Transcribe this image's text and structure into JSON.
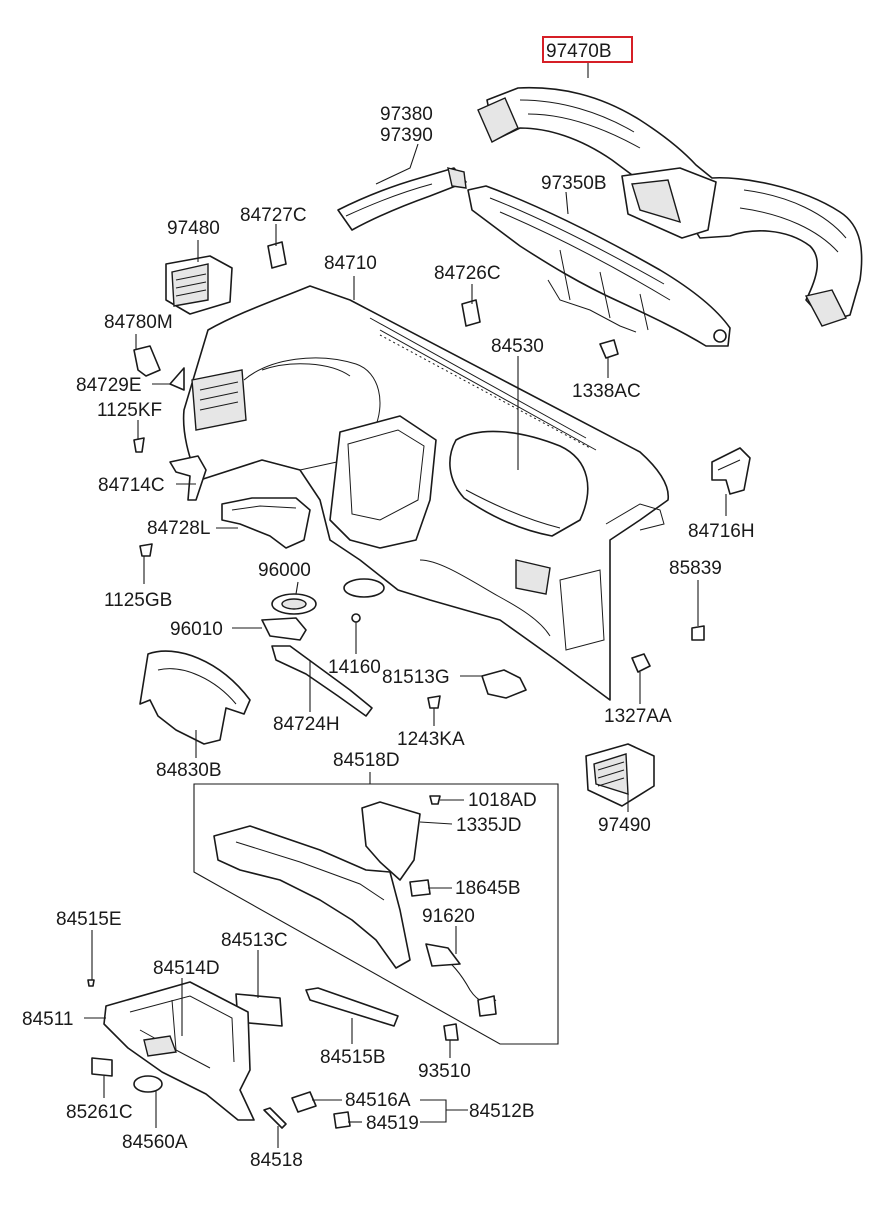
{
  "highlight_color": "#d61f26",
  "highlighted_part": "97470B",
  "labels": {
    "p97470B": "97470B",
    "p97380": "97380",
    "p97390": "97390",
    "p97350B": "97350B",
    "p97480": "97480",
    "p84727C": "84727C",
    "p84710": "84710",
    "p84726C": "84726C",
    "p84780M": "84780M",
    "p84729E": "84729E",
    "p1125KF": "1125KF",
    "p84530": "84530",
    "p1338AC": "1338AC",
    "p84714C": "84714C",
    "p84716H": "84716H",
    "p84728L": "84728L",
    "p96000": "96000",
    "p85839": "85839",
    "p1125GB": "1125GB",
    "p96010": "96010",
    "p14160": "14160",
    "p81513G": "81513G",
    "p1327AA": "1327AA",
    "p84724H": "84724H",
    "p1243KA": "1243KA",
    "p84830B": "84830B",
    "p84518D": "84518D",
    "p1018AD": "1018AD",
    "p97490": "97490",
    "p1335JD": "1335JD",
    "p18645B": "18645B",
    "p91620": "91620",
    "p84515E": "84515E",
    "p84513C": "84513C",
    "p84514D": "84514D",
    "p84511": "84511",
    "p84515B": "84515B",
    "p93510": "93510",
    "p85261C": "85261C",
    "p84516A": "84516A",
    "p84512B": "84512B",
    "p84519": "84519",
    "p84560A": "84560A",
    "p84518": "84518"
  }
}
